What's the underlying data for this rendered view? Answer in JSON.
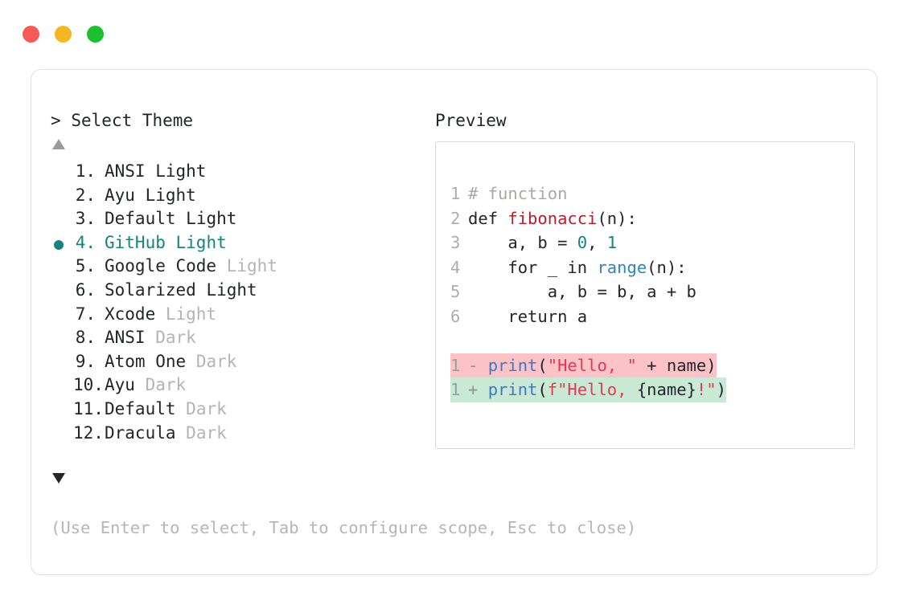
{
  "window": {
    "traffic_lights": [
      {
        "name": "close",
        "color": "#f65a57"
      },
      {
        "name": "minimize",
        "color": "#f5b623"
      },
      {
        "name": "maximize",
        "color": "#1dc02e"
      }
    ]
  },
  "prompt": {
    "chevron": ">",
    "label": "Select Theme"
  },
  "scroll": {
    "up_arrow": "▲",
    "down_arrow": "▼"
  },
  "theme_list": {
    "selected_index": 4,
    "selected_color": "#17837c",
    "bullet_glyph": "●",
    "items": [
      {
        "index": "1.",
        "name": "ANSI",
        "tag": "Light",
        "tag_dim": false,
        "selected": false
      },
      {
        "index": "2.",
        "name": "Ayu",
        "tag": "Light",
        "tag_dim": false,
        "selected": false
      },
      {
        "index": "3.",
        "name": "Default",
        "tag": "Light",
        "tag_dim": false,
        "selected": false
      },
      {
        "index": "4.",
        "name": "GitHub",
        "tag": "Light",
        "tag_dim": false,
        "selected": true
      },
      {
        "index": "5.",
        "name": "Google Code",
        "tag": "Light",
        "tag_dim": true,
        "selected": false
      },
      {
        "index": "6.",
        "name": "Solarized",
        "tag": "Light",
        "tag_dim": false,
        "selected": false
      },
      {
        "index": "7.",
        "name": "Xcode",
        "tag": "Light",
        "tag_dim": true,
        "selected": false
      },
      {
        "index": "8.",
        "name": "ANSI",
        "tag": "Dark",
        "tag_dim": true,
        "selected": false
      },
      {
        "index": "9.",
        "name": "Atom One",
        "tag": "Dark",
        "tag_dim": true,
        "selected": false
      },
      {
        "index": "10.",
        "name": "Ayu",
        "tag": "Dark",
        "tag_dim": true,
        "selected": false
      },
      {
        "index": "11.",
        "name": "Default",
        "tag": "Dark",
        "tag_dim": true,
        "selected": false
      },
      {
        "index": "12.",
        "name": "Dracula",
        "tag": "Dark",
        "tag_dim": true,
        "selected": false
      }
    ]
  },
  "hint": {
    "text": "(Use Enter to select, Tab to configure scope, Esc to close)"
  },
  "preview": {
    "label": "Preview",
    "code_lines": [
      {
        "ln": "1",
        "tokens": [
          {
            "t": "# function",
            "c": "tok-comment"
          }
        ]
      },
      {
        "ln": "2",
        "tokens": [
          {
            "t": "def ",
            "c": "tok-kw"
          },
          {
            "t": "fibonacci",
            "c": "tok-fn"
          },
          {
            "t": "(n):",
            "c": "tok-punct"
          }
        ]
      },
      {
        "ln": "3",
        "tokens": [
          {
            "t": "    a, b = ",
            "c": "tok-plain"
          },
          {
            "t": "0",
            "c": "tok-num"
          },
          {
            "t": ", ",
            "c": "tok-plain"
          },
          {
            "t": "1",
            "c": "tok-num"
          }
        ]
      },
      {
        "ln": "4",
        "tokens": [
          {
            "t": "    for _ in ",
            "c": "tok-plain"
          },
          {
            "t": "range",
            "c": "tok-builtin"
          },
          {
            "t": "(n):",
            "c": "tok-punct"
          }
        ]
      },
      {
        "ln": "5",
        "tokens": [
          {
            "t": "        a, b = b, a + b",
            "c": "tok-plain"
          }
        ]
      },
      {
        "ln": "6",
        "tokens": [
          {
            "t": "    return a",
            "c": "tok-plain"
          }
        ]
      }
    ],
    "diff_lines": [
      {
        "kind": "del",
        "ln": "1",
        "sign": "-",
        "tokens": [
          {
            "t": "print",
            "c": "tok-call"
          },
          {
            "t": "(",
            "c": "tok-punct"
          },
          {
            "t": "\"Hello, \"",
            "c": "tok-str"
          },
          {
            "t": " + name)",
            "c": "tok-plain"
          }
        ]
      },
      {
        "kind": "add",
        "ln": "1",
        "sign": "+",
        "tokens": [
          {
            "t": "print",
            "c": "tok-call"
          },
          {
            "t": "(",
            "c": "tok-punct"
          },
          {
            "t": "f\"Hello, ",
            "c": "tok-str"
          },
          {
            "t": "{name}",
            "c": "tok-plain"
          },
          {
            "t": "!\"",
            "c": "tok-str"
          },
          {
            "t": ")",
            "c": "tok-punct"
          }
        ]
      }
    ],
    "diff_colors": {
      "deleted_bg": "#fbc3c8",
      "added_bg": "#c9e9d6"
    }
  }
}
